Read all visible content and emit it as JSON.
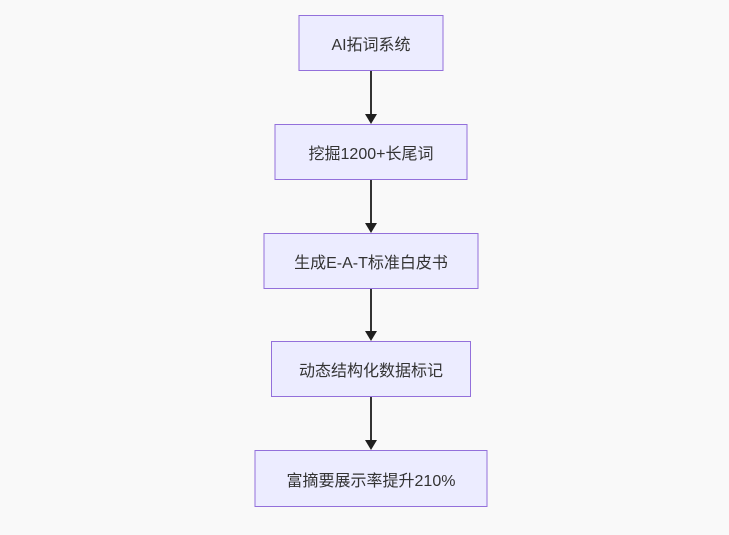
{
  "diagram": {
    "type": "flowchart",
    "direction": "top-down",
    "nodes": [
      {
        "id": "n1",
        "label": "AI拓词系统"
      },
      {
        "id": "n2",
        "label": "挖掘1200+长尾词"
      },
      {
        "id": "n3",
        "label": "生成E-A-T标准白皮书"
      },
      {
        "id": "n4",
        "label": "动态结构化数据标记"
      },
      {
        "id": "n5",
        "label": "富摘要展示率提升210%"
      }
    ],
    "edges": [
      {
        "from": "n1",
        "to": "n2"
      },
      {
        "from": "n2",
        "to": "n3"
      },
      {
        "from": "n3",
        "to": "n4"
      },
      {
        "from": "n4",
        "to": "n5"
      }
    ],
    "colors": {
      "background": "#f9f9f9",
      "node_fill": "#ECECFF",
      "node_border": "#9370DB",
      "node_text": "#333333",
      "arrow_line": "#333333",
      "arrow_head": "#1f1f1f"
    }
  }
}
